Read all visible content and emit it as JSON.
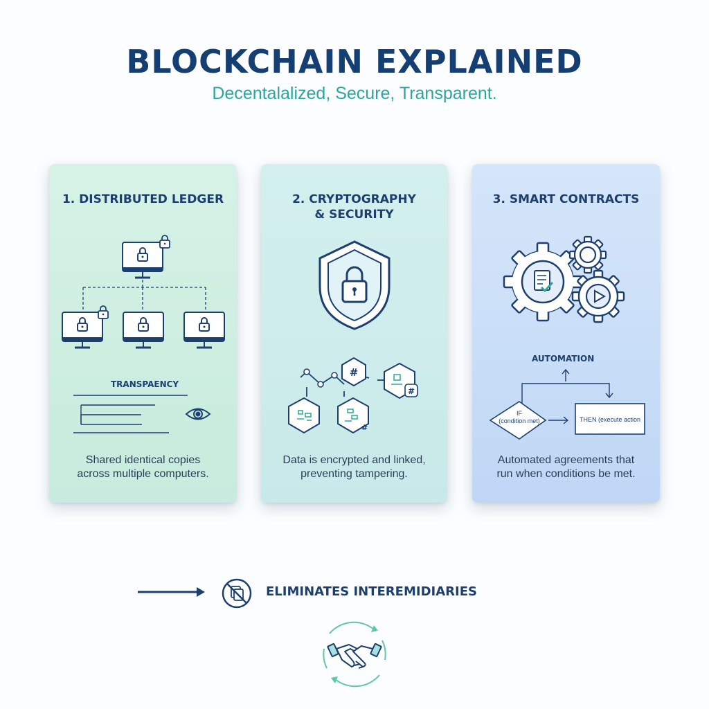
{
  "header": {
    "title": "BLOCKCHAIN EXPLAINED",
    "subtitle": "Decentalalized, Secure, Transparent."
  },
  "cards": [
    {
      "title": "1. DISTRIBUTED LEDGER",
      "section_label": "TRANSPAENCY",
      "description": "Shared identical copies\nacross multiple computers."
    },
    {
      "title": "2. CRYPTOGRAPHY\n& SECURITY",
      "description": "Data is encrypted and linked,\npreventing tampering."
    },
    {
      "title": "3. SMART CONTRACTS",
      "section_label": "AUTOMATION",
      "if_label": "IF",
      "if_condition": "(condition met)",
      "then_label": "THEN (execute action",
      "description": "Automated agreements that\nrun when conditions be met."
    }
  ],
  "footer": {
    "text": "ELIMINATES INTEREMIDIARIES"
  },
  "colors": {
    "navy": "#153f72",
    "teal": "#2aa79c",
    "card1_bg": "#d6f2e6",
    "card2_bg": "#d3f0ee",
    "card3_bg": "#d5e6fa"
  },
  "icons": [
    "computer-lock-icon",
    "shield-lock-icon",
    "hash-hexagon-icon",
    "gear-document-icon",
    "gear-play-icon",
    "eye-icon",
    "no-intermediary-icon",
    "handshake-icon"
  ]
}
